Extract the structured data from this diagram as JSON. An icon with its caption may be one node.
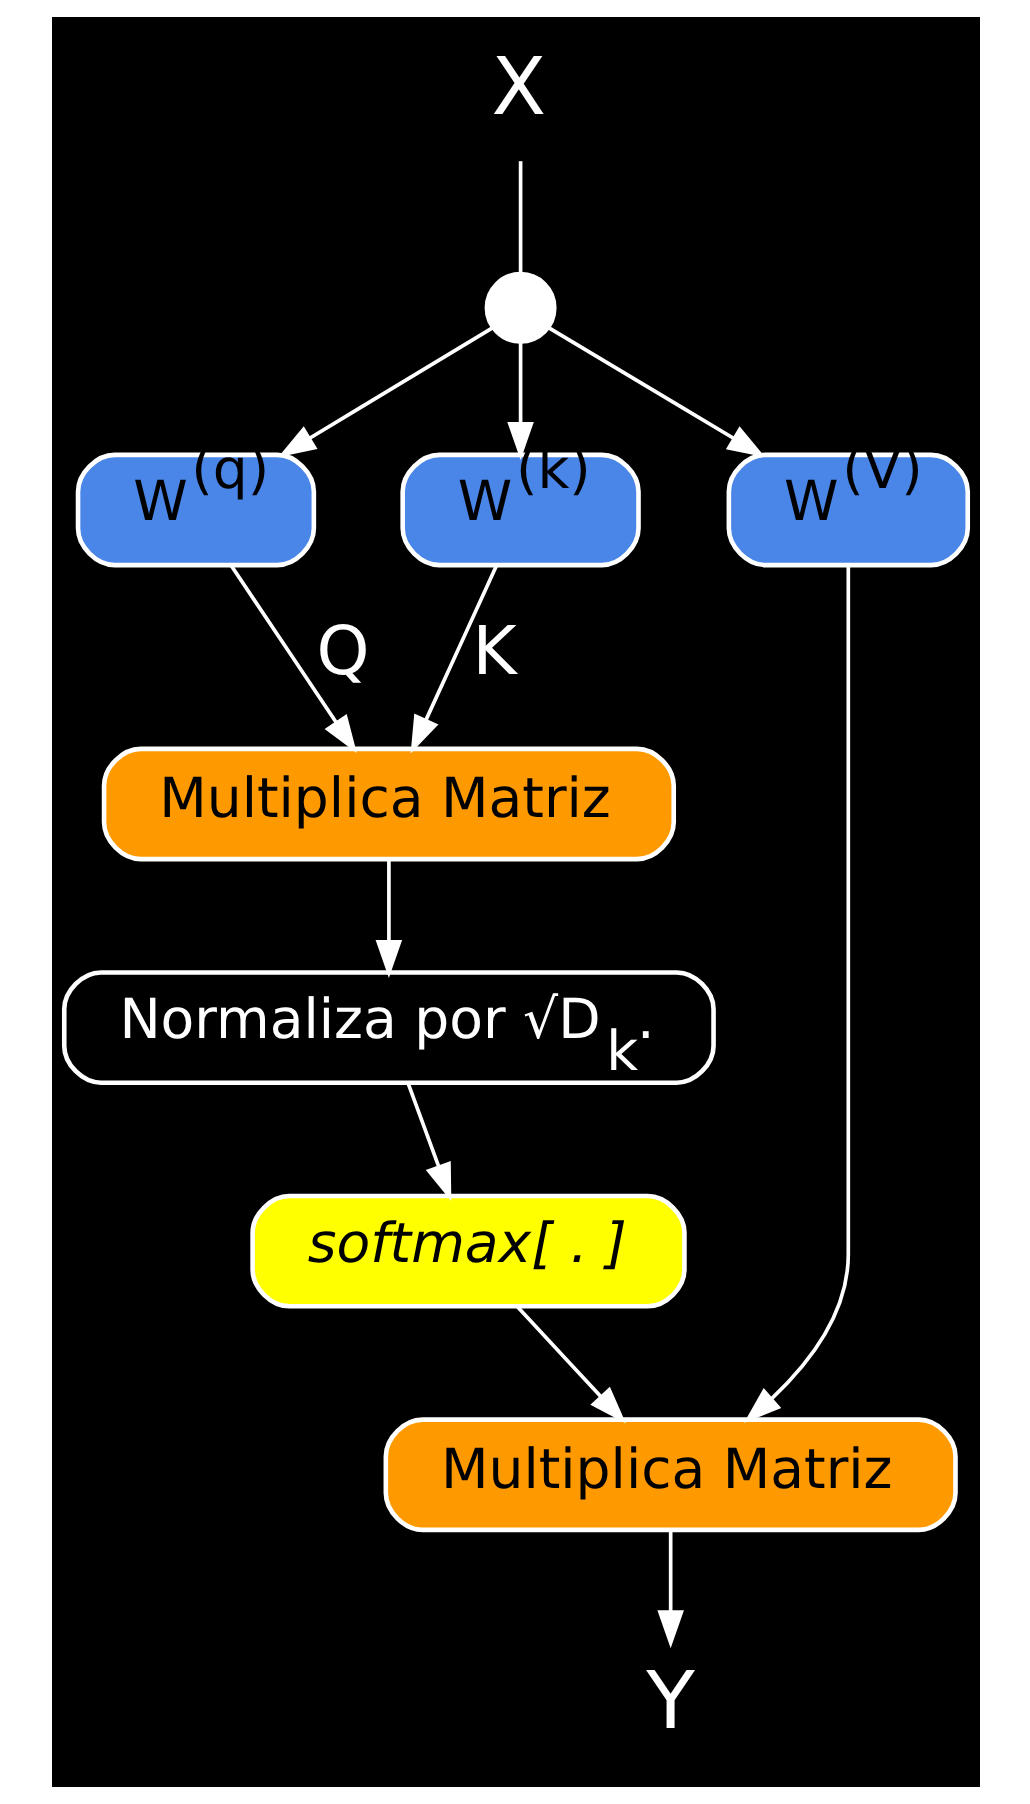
{
  "diagram": {
    "nodes": [
      {
        "text": [
          "X"
        ]
      },
      {
        "text": [],
        "shape": "circle"
      },
      {
        "text": [
          "W$^{(q)}$"
        ]
      },
      {
        "text": [
          "W$^{(k)}$"
        ]
      },
      {
        "text": [
          "W$^{(V)}$"
        ]
      },
      {
        "text": [
          "Multiplica Matriz"
        ]
      },
      {
        "text": [
          "Normaliza por √D$_{k}$."
        ]
      },
      {
        "text": [
          "softmax[ . ]"
        ]
      },
      {
        "text": [
          "Multiplica Matriz"
        ]
      },
      {
        "text": [
          "Y"
        ]
      }
    ],
    "edges": [
      {
        "from": 0,
        "to": 1,
        "arrow": "none"
      },
      {
        "from": 1,
        "to": 2,
        "arrow": "to"
      },
      {
        "from": 1,
        "to": 3,
        "arrow": "to"
      },
      {
        "from": 1,
        "to": 4,
        "arrow": "to"
      },
      {
        "from": 2,
        "to": 5,
        "label": "Q",
        "arrow": "to"
      },
      {
        "from": 3,
        "to": 5,
        "label": "K",
        "arrow": "to"
      },
      {
        "from": 5,
        "to": 6,
        "arrow": "to"
      },
      {
        "from": 6,
        "to": 7,
        "arrow": "to"
      },
      {
        "from": 7,
        "to": 8,
        "arrow": "to"
      },
      {
        "from": 4,
        "to": 8,
        "arrow": "to"
      },
      {
        "from": 8,
        "to": 9,
        "arrow": "to"
      }
    ]
  }
}
